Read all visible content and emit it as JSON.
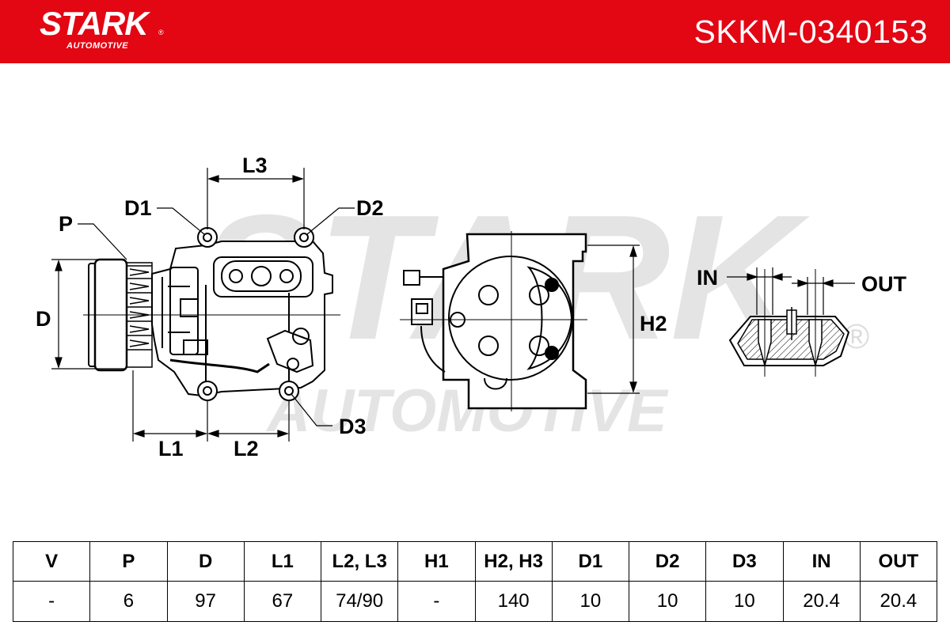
{
  "brand": {
    "name": "STARK",
    "sub": "AUTOMOTIVE",
    "registered": "®"
  },
  "header": {
    "part_number": "SKKM-0340153"
  },
  "colors": {
    "brand_red": "#e30613",
    "watermark": "#dcdcdc",
    "line": "#000000"
  },
  "watermark": {
    "main": "STARK",
    "sub": "AUTOMOTIVE",
    "registered": "®"
  },
  "diagram_labels": {
    "p": "P",
    "d": "D",
    "d1": "D1",
    "d2": "D2",
    "d3": "D3",
    "l1": "L1",
    "l2": "L2",
    "l3": "L3",
    "h2": "H2",
    "in": "IN",
    "out": "OUT"
  },
  "spec_table": {
    "headers": [
      "V",
      "P",
      "D",
      "L1",
      "L2, L3",
      "H1",
      "H2, H3",
      "D1",
      "D2",
      "D3",
      "IN",
      "OUT"
    ],
    "values": [
      "-",
      "6",
      "97",
      "67",
      "74/90",
      "-",
      "140",
      "10",
      "10",
      "10",
      "20.4",
      "20.4"
    ]
  }
}
